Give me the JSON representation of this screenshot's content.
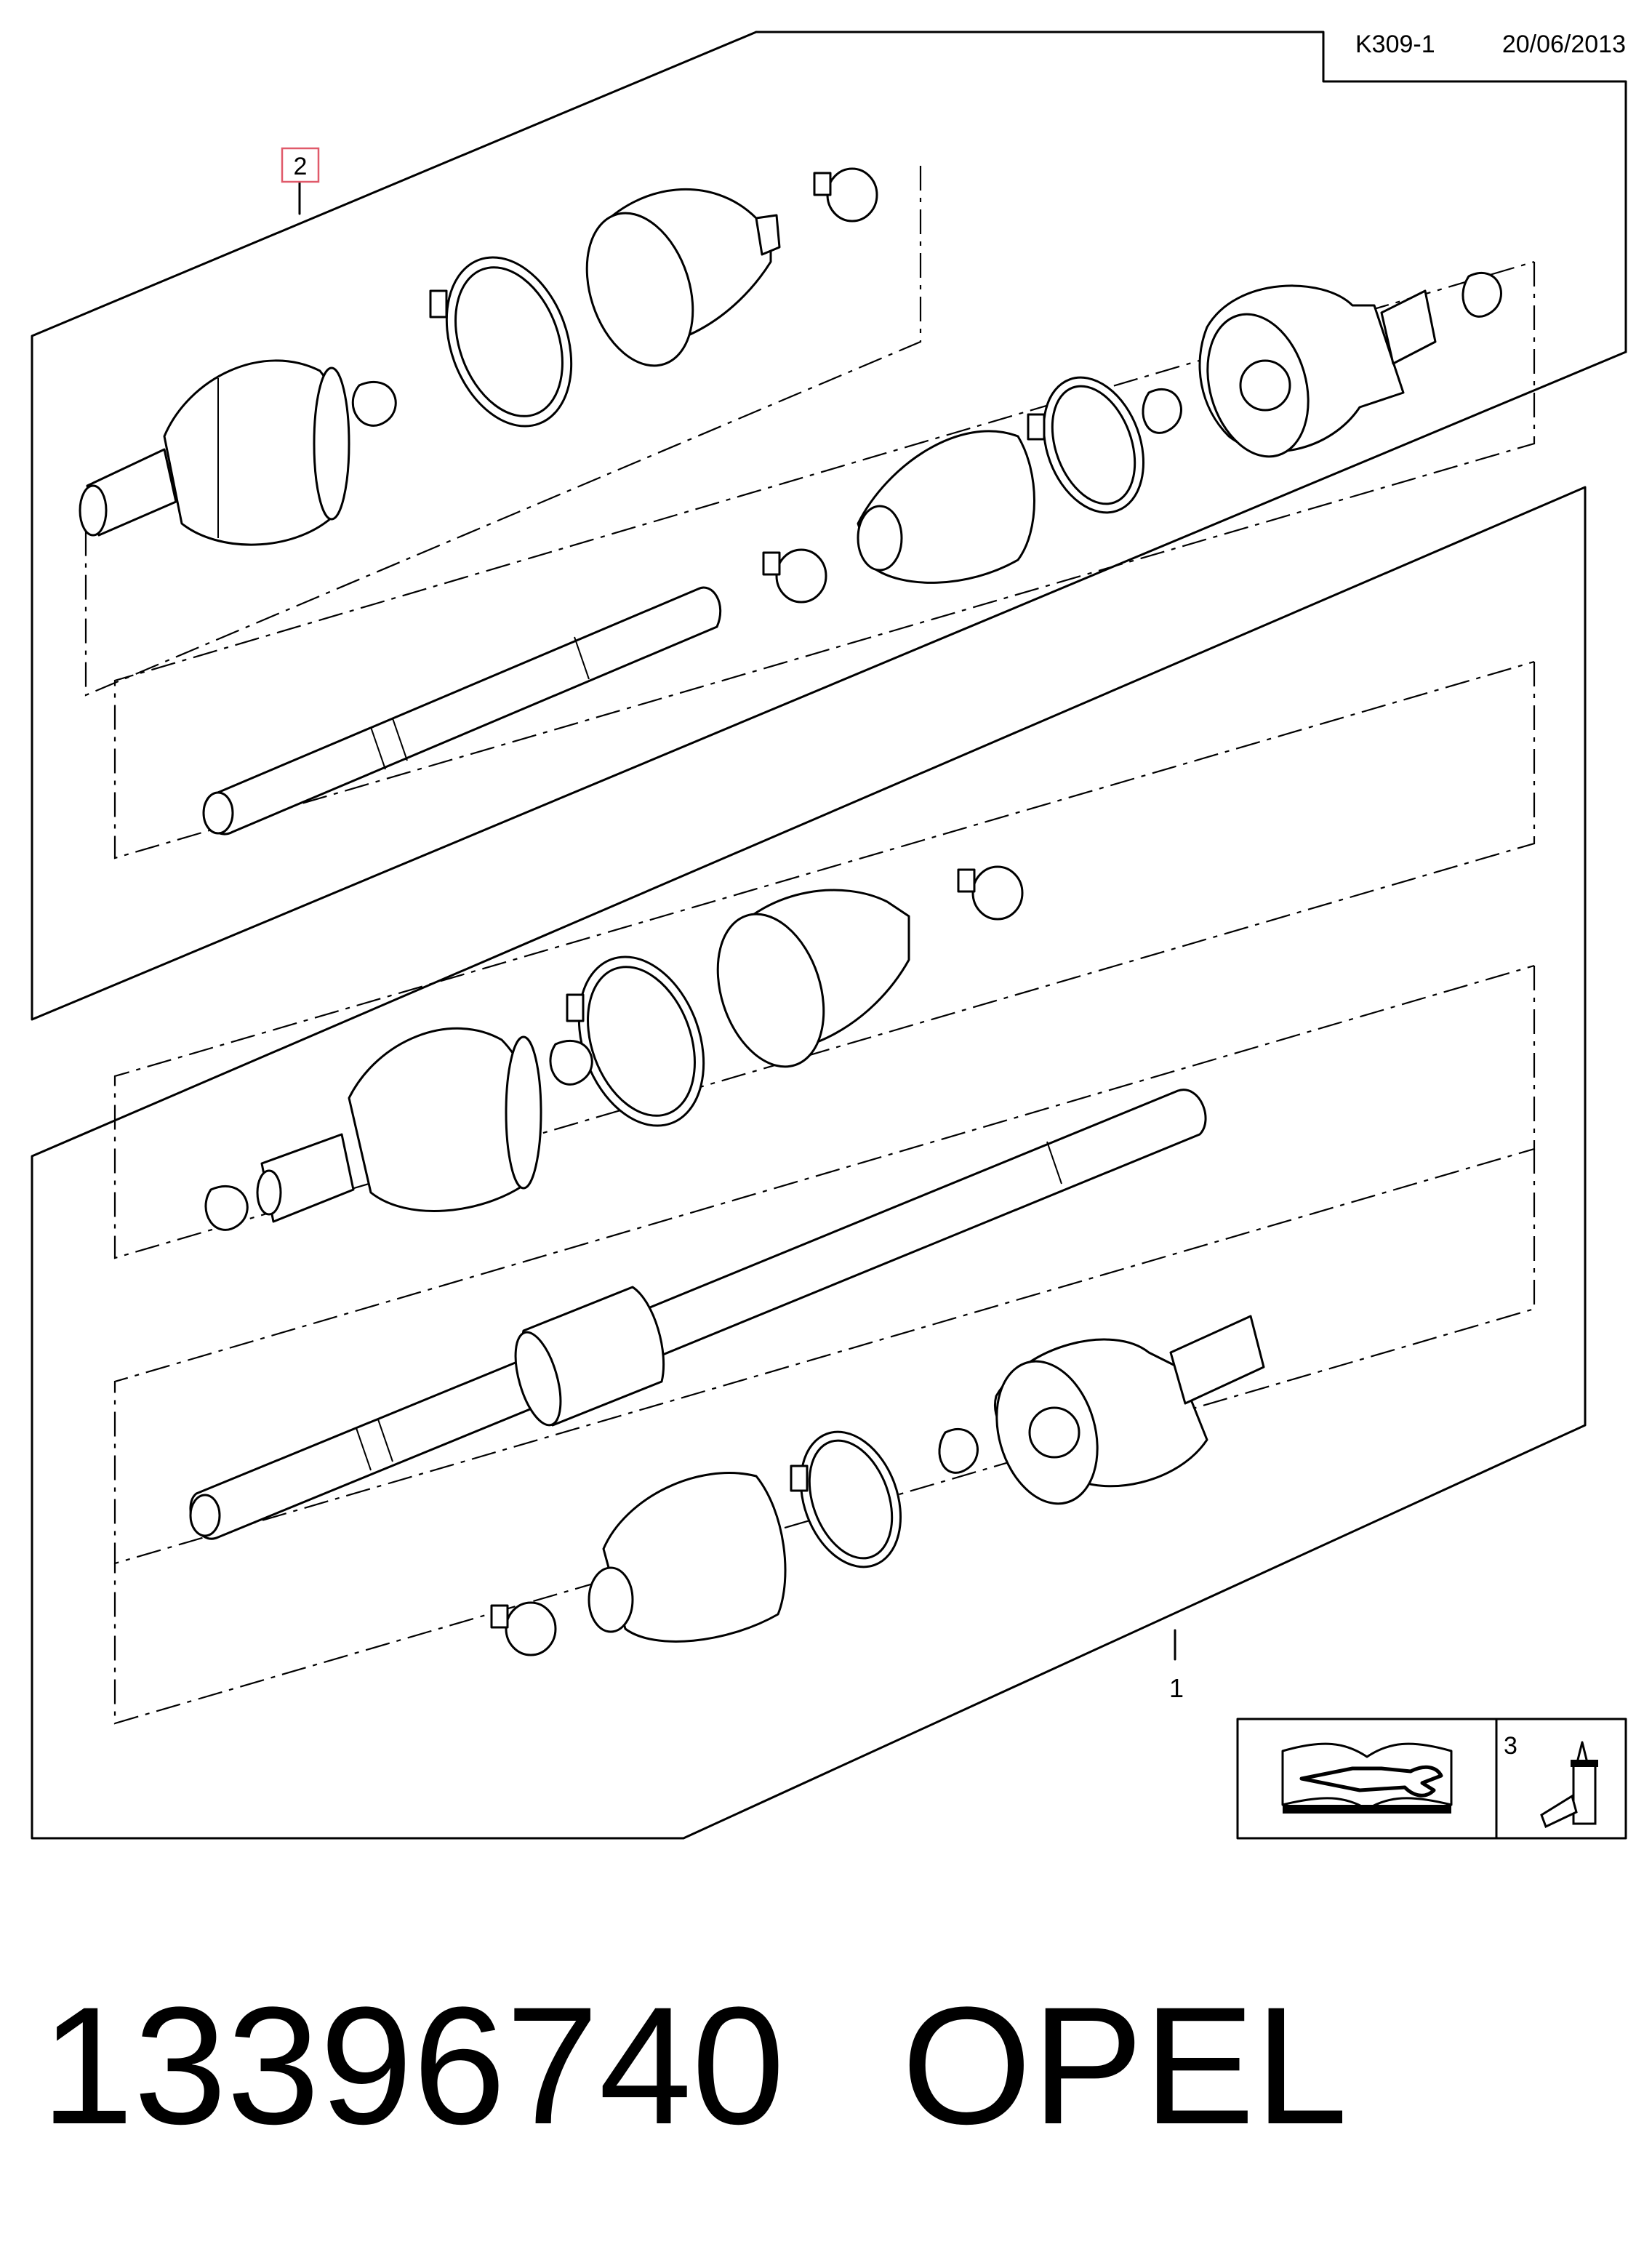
{
  "header": {
    "code": "K309-1",
    "date": "20/06/2013"
  },
  "callouts": [
    {
      "label": "1",
      "boxed": false
    },
    {
      "label": "2",
      "boxed": true,
      "box_color": "#e05a6a"
    },
    {
      "label": "3",
      "boxed": false
    }
  ],
  "footer": {
    "part_number": "13396740",
    "brand": "OPEL"
  },
  "icons": [
    "repair-manual-icon",
    "lubricant-tube-icon"
  ]
}
